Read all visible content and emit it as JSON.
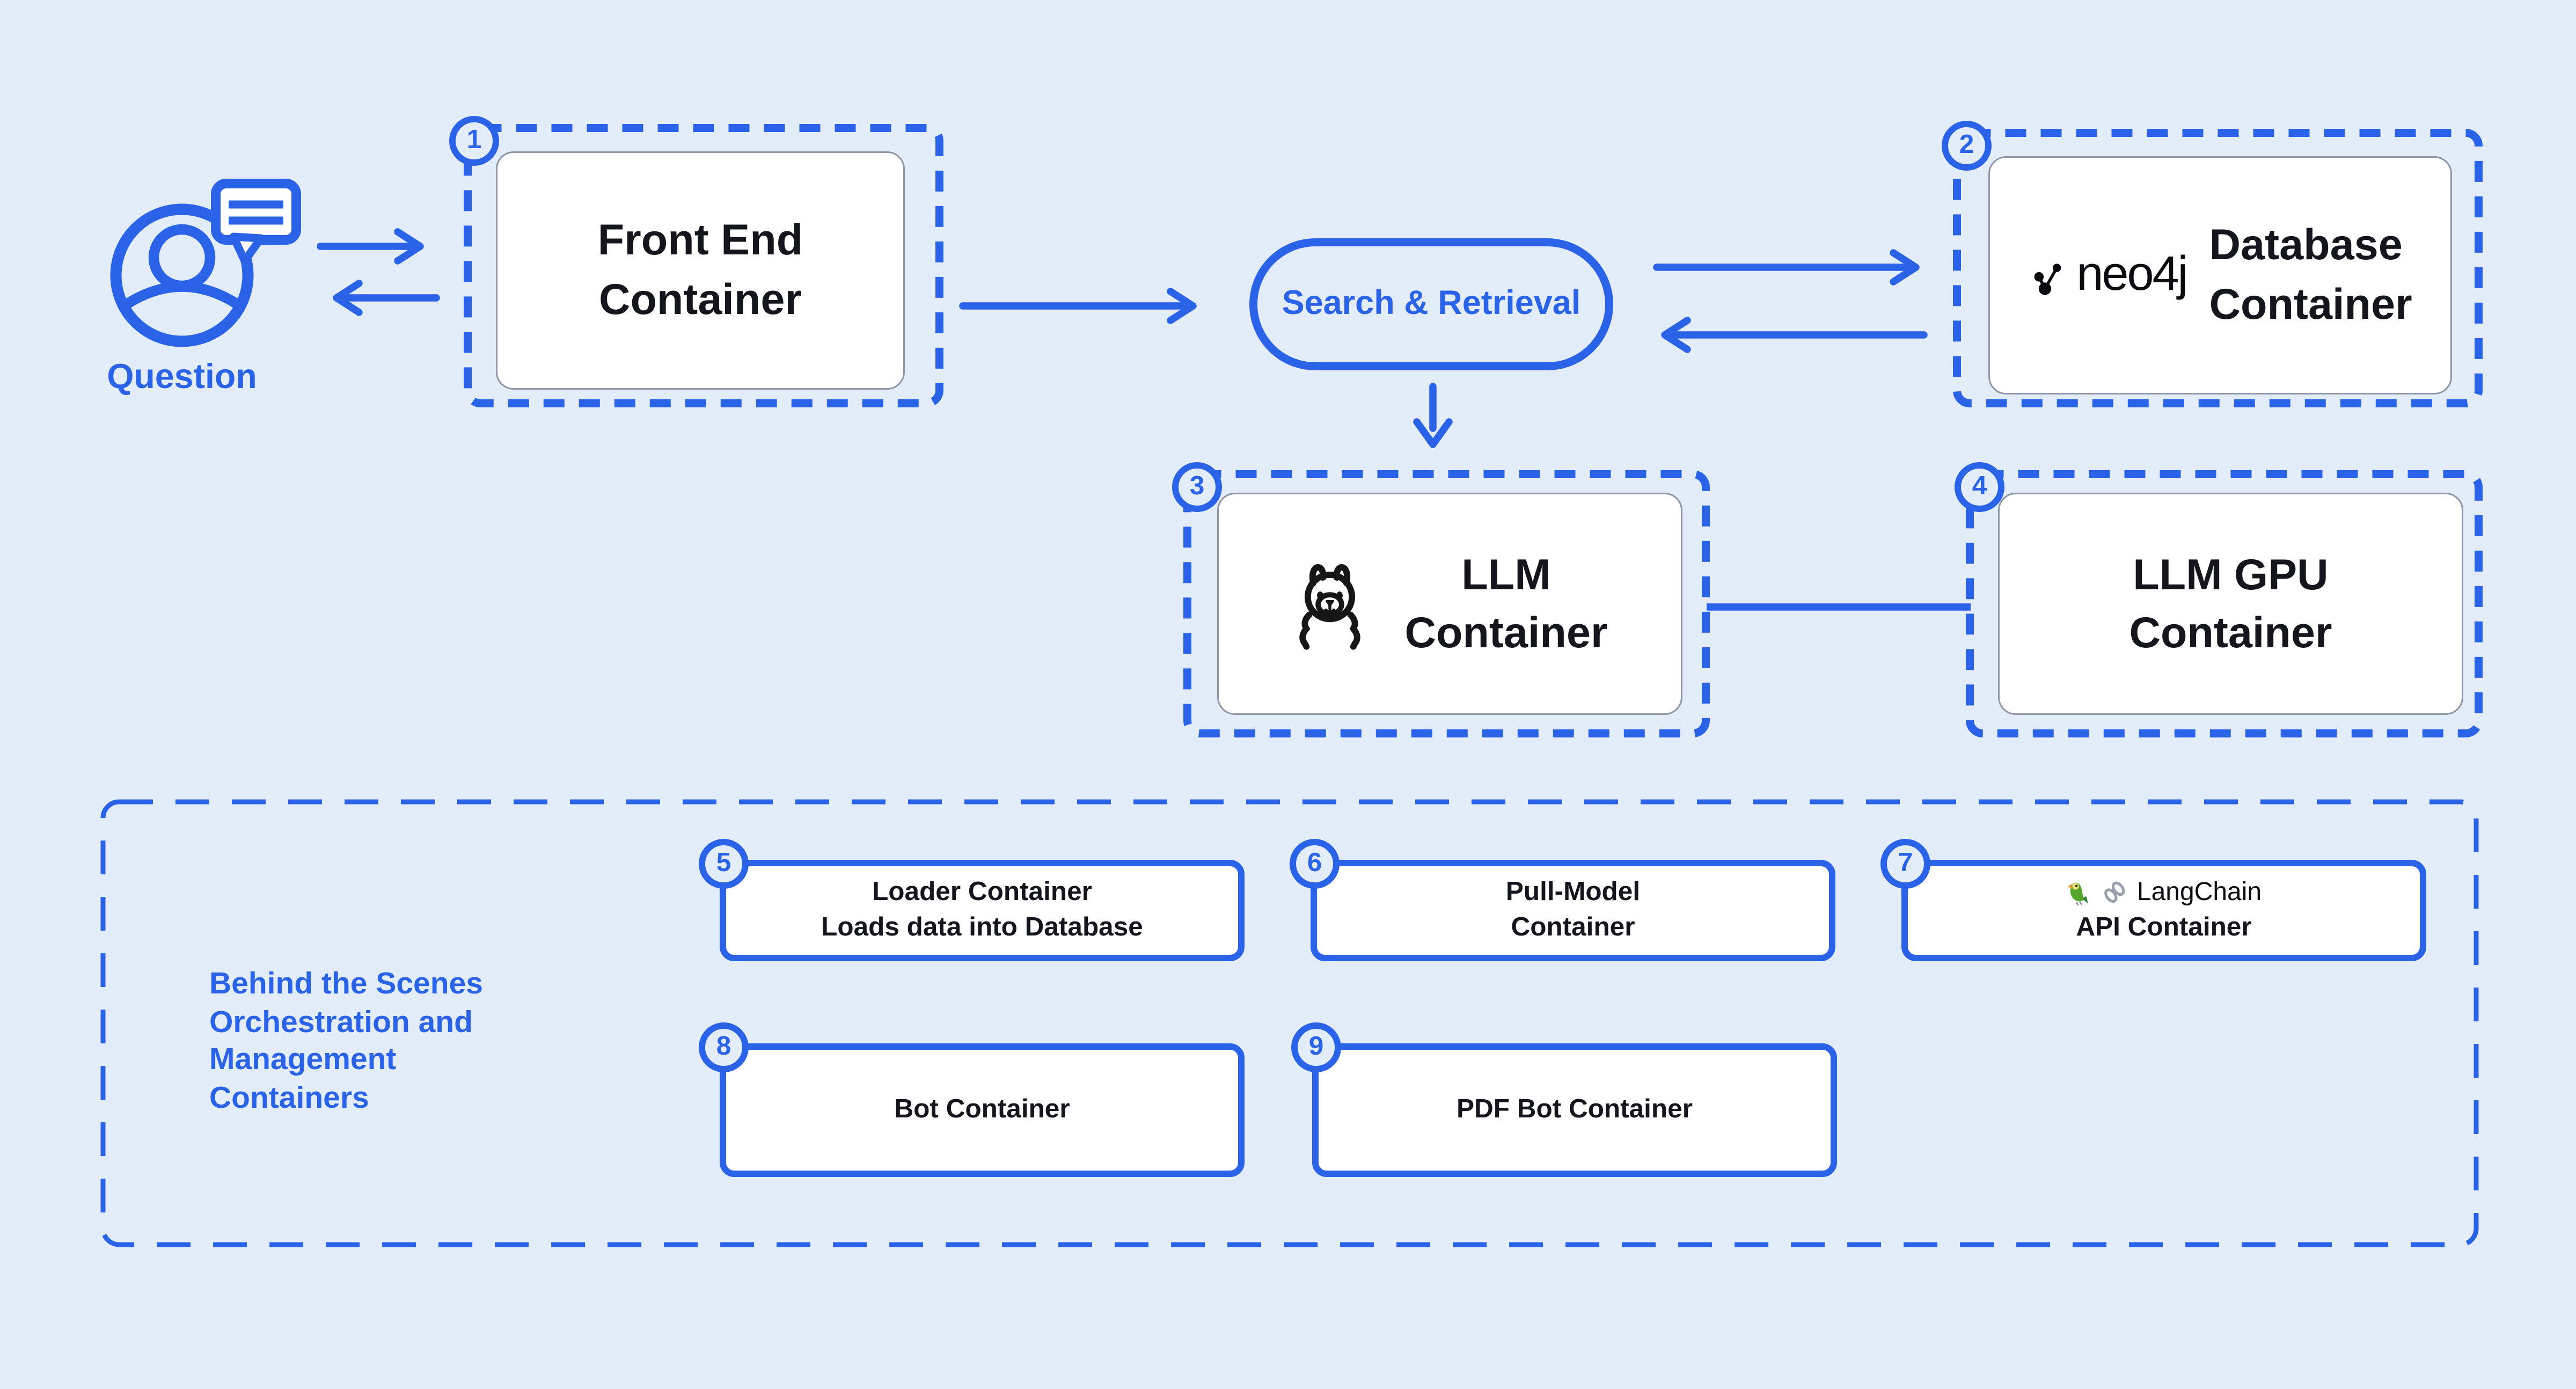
{
  "colors": {
    "accent_blue": "#2b63e8",
    "background": "#e3edf9",
    "text_ink": "#15161d",
    "card_border_gray": "#8e96a8",
    "card_white": "#ffffff"
  },
  "question": {
    "label": "Question"
  },
  "pill": {
    "label": "Search & Retrieval"
  },
  "containers": {
    "front_end": {
      "badge": "1",
      "title_lines": [
        "Front End",
        "Container"
      ]
    },
    "database": {
      "badge": "2",
      "logo": "neo4j",
      "title_lines": [
        "Database",
        "Container"
      ]
    },
    "llm": {
      "badge": "3",
      "title_lines": [
        "LLM",
        "Container"
      ]
    },
    "llm_gpu": {
      "badge": "4",
      "title_lines": [
        "LLM GPU",
        "Container"
      ]
    },
    "loader": {
      "badge": "5",
      "title_lines": [
        "Loader Container",
        "Loads data into Database"
      ]
    },
    "pull_model": {
      "badge": "6",
      "title_lines": [
        "Pull-Model",
        "Container"
      ]
    },
    "langchain_api": {
      "badge": "7",
      "logo": "LangChain",
      "title": "API Container"
    },
    "bot": {
      "badge": "8",
      "title": "Bot Container"
    },
    "pdf_bot": {
      "badge": "9",
      "title": "PDF Bot Container"
    }
  },
  "behind_the_scenes": {
    "lines": [
      "Behind the Scenes",
      "Orchestration and",
      "Management",
      "Containers"
    ]
  },
  "icons": {
    "person": "user-with-speech-bubble",
    "neo4j_graph": "graph-nodes",
    "llama": "llama-face",
    "parrot": "parrot",
    "chain": "chain-link"
  }
}
